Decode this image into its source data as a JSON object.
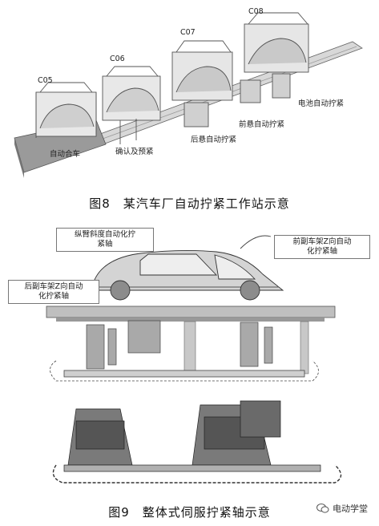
{
  "figure8": {
    "caption": "图8　某汽车厂自动拧紧工作站示意",
    "stations": [
      "C05",
      "C06",
      "C07",
      "C08"
    ],
    "processes": [
      "自动合车",
      "确认及预紧",
      "后悬自动拧紧",
      "前悬自动拧紧",
      "电池自动拧紧"
    ]
  },
  "figure9": {
    "caption": "图9　整体式伺服拧紧轴示意",
    "callouts": {
      "trailing_arm": "纵臂斜度自动化拧\n紧轴",
      "front_subframe": "前副车架Z向自动\n化拧紧轴",
      "rear_subframe": "后副车架Z向自动\n化拧紧轴"
    }
  },
  "watermark": {
    "text": "电动学堂",
    "icon": "wechat-icon"
  }
}
